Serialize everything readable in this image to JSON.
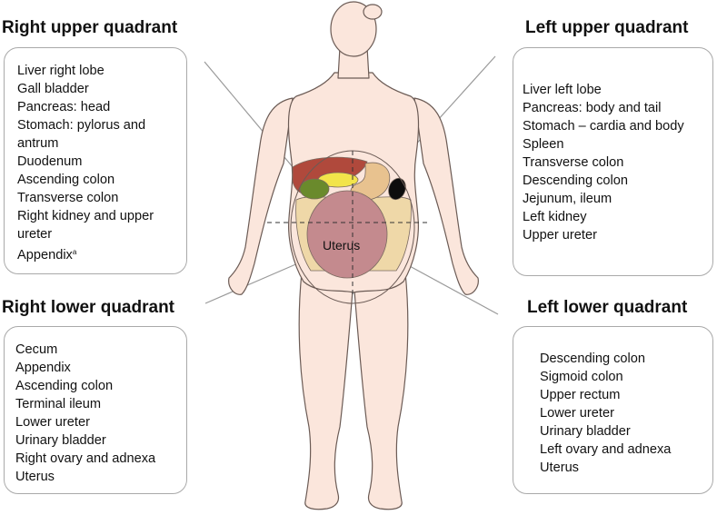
{
  "quadrants": {
    "right_upper": {
      "title": "Right upper quadrant",
      "items": [
        "Liver right lobe",
        "Gall bladder",
        "Pancreas: head",
        "Stomach: pylorus and",
        "antrum",
        "Duodenum",
        "Ascending colon",
        "Transverse colon",
        "Right kidney and upper",
        "ureter"
      ],
      "last_item": "Appendix",
      "last_item_superscript": "a"
    },
    "left_upper": {
      "title": "Left upper quadrant",
      "items": [
        "Liver left lobe",
        "Pancreas: body and tail",
        "Stomach – cardia and body",
        "Spleen",
        "Transverse colon",
        "Descending colon",
        "Jejunum, ileum",
        "Left kidney",
        "Upper ureter"
      ]
    },
    "right_lower": {
      "title": "Right lower quadrant",
      "items": [
        "Cecum",
        "Appendix",
        "Ascending colon",
        "Terminal ileum",
        "Lower ureter",
        "Urinary bladder",
        "Right ovary and adnexa",
        "Uterus"
      ]
    },
    "left_lower": {
      "title": "Left lower quadrant",
      "items": [
        "Descending colon",
        "Sigmoid colon",
        "Upper rectum",
        "Lower ureter",
        "Urinary bladder",
        "Left ovary and adnexa",
        "Uterus"
      ]
    }
  },
  "figure": {
    "uterus_label": "Uterus",
    "colors": {
      "skin": "#fbe6dc",
      "skin_outline": "#6b5b55",
      "uterus": "#c48a8e",
      "liver": "#b0493c",
      "gallbladder": "#6a8a2c",
      "stomach": "#e8c28f",
      "bowel": "#efd8a8",
      "spleen": "#0d0d0d",
      "pancreas": "#f2e44a",
      "box_border": "#a9a9a9"
    }
  }
}
